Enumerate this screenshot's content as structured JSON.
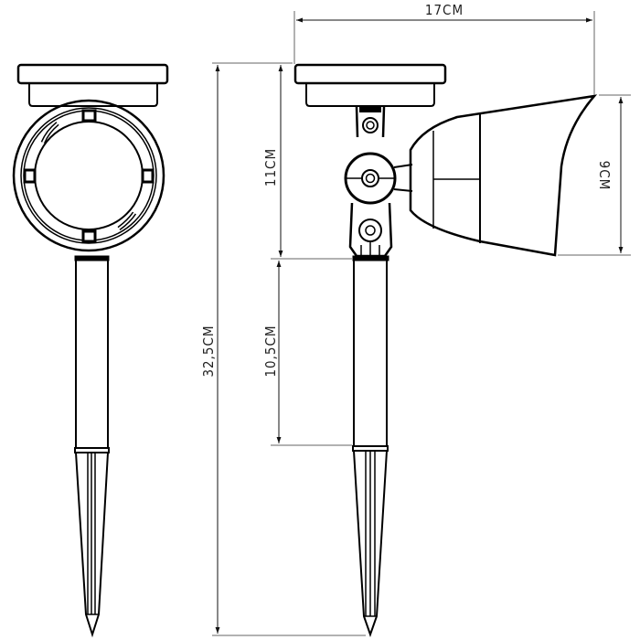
{
  "diagram": {
    "subject": "Solar garden spotlight with ground stake",
    "views": [
      {
        "name": "front-view",
        "description": "Front view: solar panel top, circular lamp head, stake"
      },
      {
        "name": "side-view",
        "description": "Side view: solar panel top, pivot bracket, angled lamp head, stake"
      }
    ],
    "dimensions": {
      "width_total": "17CM",
      "height_total": "32,5CM",
      "height_head": "11CM",
      "height_stake_upper": "10,5CM",
      "lamp_head_height": "9CM"
    },
    "line_color": "#000000",
    "dim_line_color": "#555555",
    "background": "#ffffff"
  }
}
